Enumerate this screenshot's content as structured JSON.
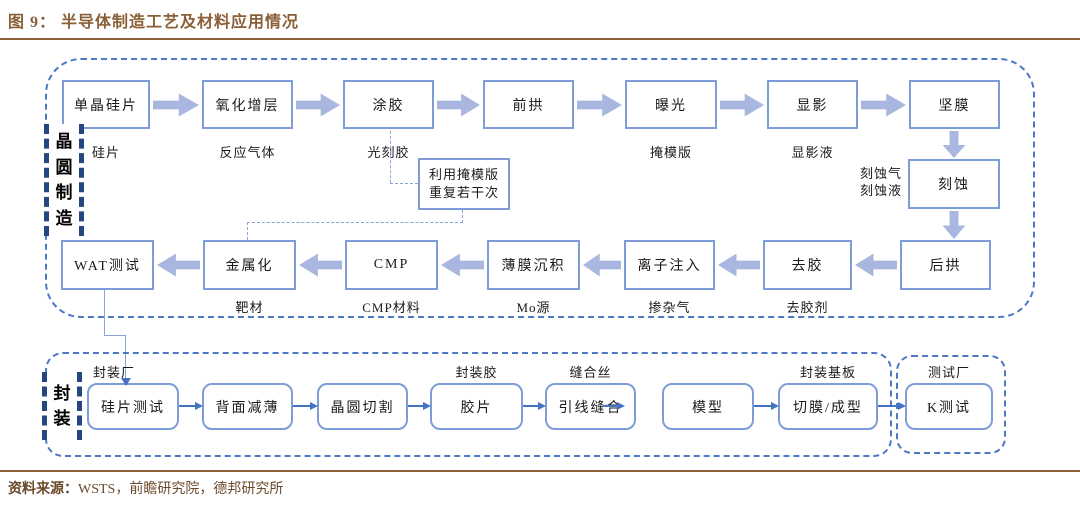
{
  "header": {
    "figure_title": "图 9： 半导体制造工艺及材料应用情况"
  },
  "footer": {
    "source_label": "资料来源：",
    "source_text": "WSTS，前瞻研究院，德邦研究所"
  },
  "colors": {
    "brand_brown": "#8a5f36",
    "container_blue": "#4d78c6",
    "box_border_blue": "#7e9cd8",
    "block_arrow_fill": "#a9b6e0",
    "thin_arrow_blue": "#4472c4",
    "bracket_navy": "#24477f"
  },
  "wafer": {
    "bracket": "晶圆制造",
    "row1": [
      {
        "label": "单晶硅片",
        "material": "硅片"
      },
      {
        "label": "氧化增层",
        "material": "反应气体"
      },
      {
        "label": "涂胶",
        "material": "光刻胶"
      },
      {
        "label": "前拱",
        "material": ""
      },
      {
        "label": "曝光",
        "material": "掩模版"
      },
      {
        "label": "显影",
        "material": "显影液"
      },
      {
        "label": "坚膜",
        "material": ""
      }
    ],
    "repeat_note": {
      "line1": "利用掩模版",
      "line2": "重复若干次"
    },
    "etch": {
      "label": "刻蚀",
      "material_line1": "刻蚀气",
      "material_line2": "刻蚀液"
    },
    "row2": [
      {
        "label": "WAT测试",
        "material": ""
      },
      {
        "label": "金属化",
        "material": "靶材"
      },
      {
        "label": "CMP",
        "material": "CMP材料"
      },
      {
        "label": "薄膜沉积",
        "material": "Mo源"
      },
      {
        "label": "离子注入",
        "material": "掺杂气"
      },
      {
        "label": "去胶",
        "material": "去胶剂"
      },
      {
        "label": "后拱",
        "material": ""
      }
    ]
  },
  "packaging": {
    "bracket": "封装",
    "steps": [
      {
        "label": "硅片测试",
        "material": "封装厂"
      },
      {
        "label": "背面减薄",
        "material": ""
      },
      {
        "label": "晶圆切割",
        "material": ""
      },
      {
        "label": "胶片",
        "material": "封装胶"
      },
      {
        "label": "引线缝合",
        "material": "缝合丝"
      },
      {
        "label": "模型",
        "material": ""
      },
      {
        "label": "切膜/成型",
        "material": "封装基板"
      }
    ],
    "test": {
      "label": "K测试",
      "material": "测试厂"
    }
  }
}
